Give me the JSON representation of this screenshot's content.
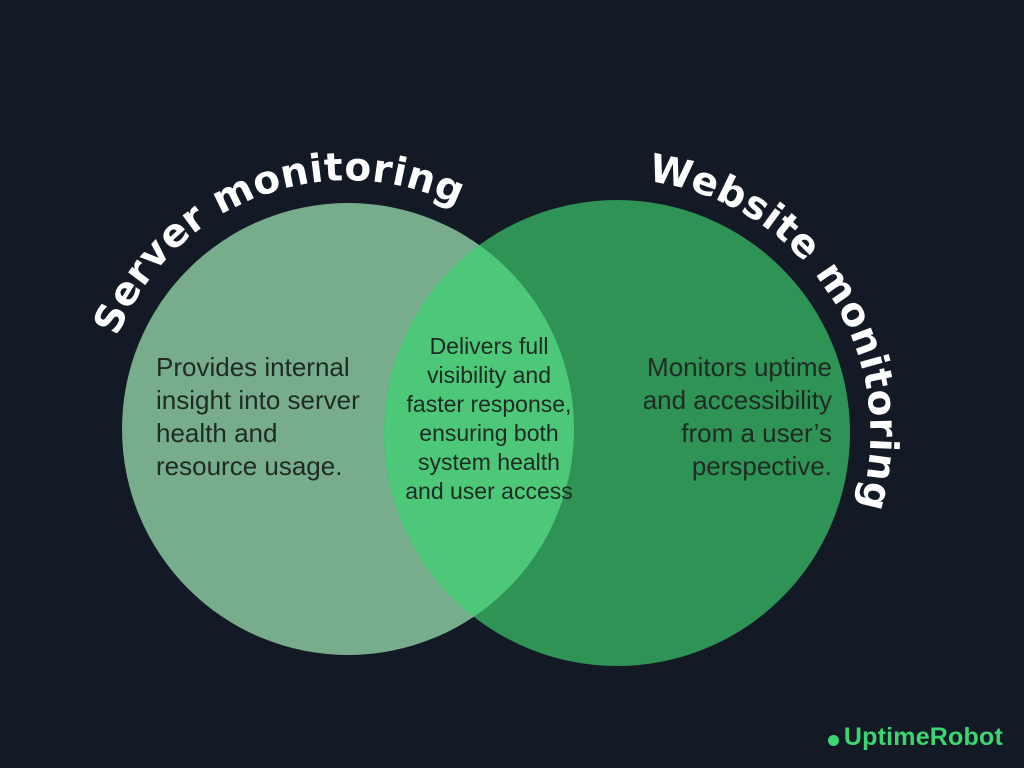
{
  "colors": {
    "background": "#141a25",
    "left_circle": "#77ad8c",
    "right_circle": "#2e9355",
    "overlap": "#4cc878",
    "body_text": "#1f2a23",
    "title_text": "#ffffff",
    "logo_green": "#3bd671"
  },
  "venn": {
    "left": {
      "title": "Server monitoring",
      "body": "Provides internal\ninsight into server\nhealth and\nresource usage."
    },
    "overlap": {
      "body": "Delivers full\nvisibility and\nfaster response,\nensuring both\nsystem health\nand user access"
    },
    "right": {
      "title": "Website monitoring",
      "body": "Monitors uptime\nand accessibility\nfrom a user’s\nperspective."
    }
  },
  "footer": {
    "brand": "UptimeRobot",
    "dot_icon": "green-dot"
  }
}
